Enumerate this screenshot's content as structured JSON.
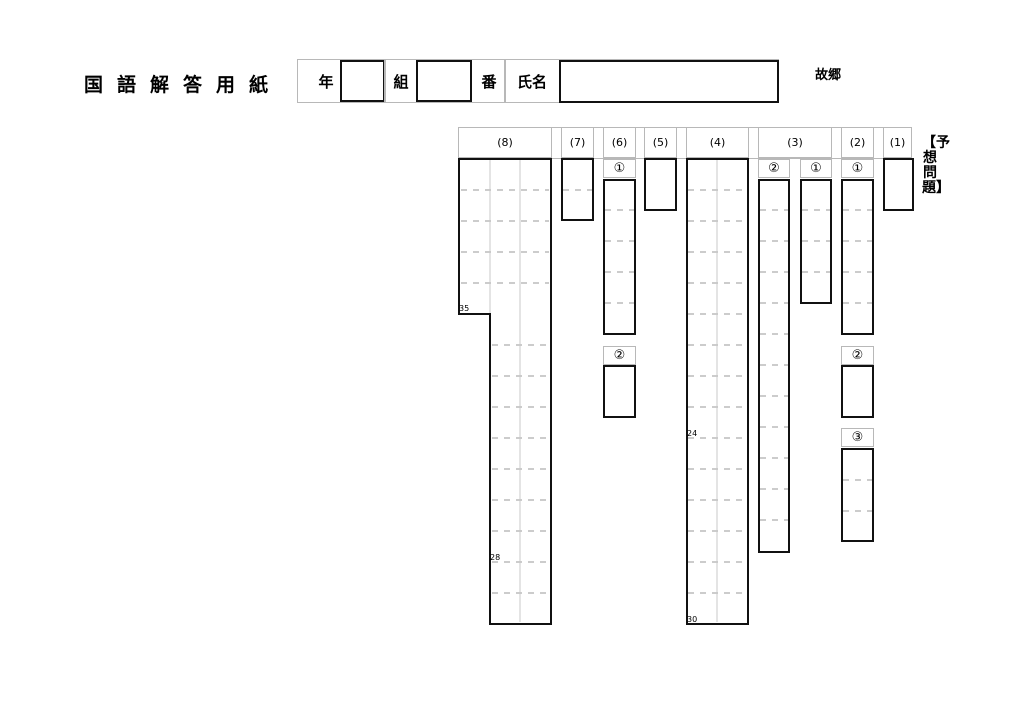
{
  "header": {
    "title": "国語解答用紙",
    "year_label": "年",
    "class_label": "組",
    "number_label": "番",
    "name_label": "氏名"
  },
  "topic": "故郷",
  "section_label": "【予想問題】",
  "questions": {
    "q1": "(1)",
    "q2": "(2)",
    "q3": "(3)",
    "q4": "(4)",
    "q5": "(5)",
    "q6": "(6)",
    "q7": "(7)",
    "q8": "(8)"
  },
  "subs": {
    "one": "①",
    "two": "②",
    "three": "③"
  },
  "char_counts": {
    "q8_upper": "35",
    "q8_lower": "28",
    "q4_upper": "24",
    "q4_lower": "30"
  }
}
